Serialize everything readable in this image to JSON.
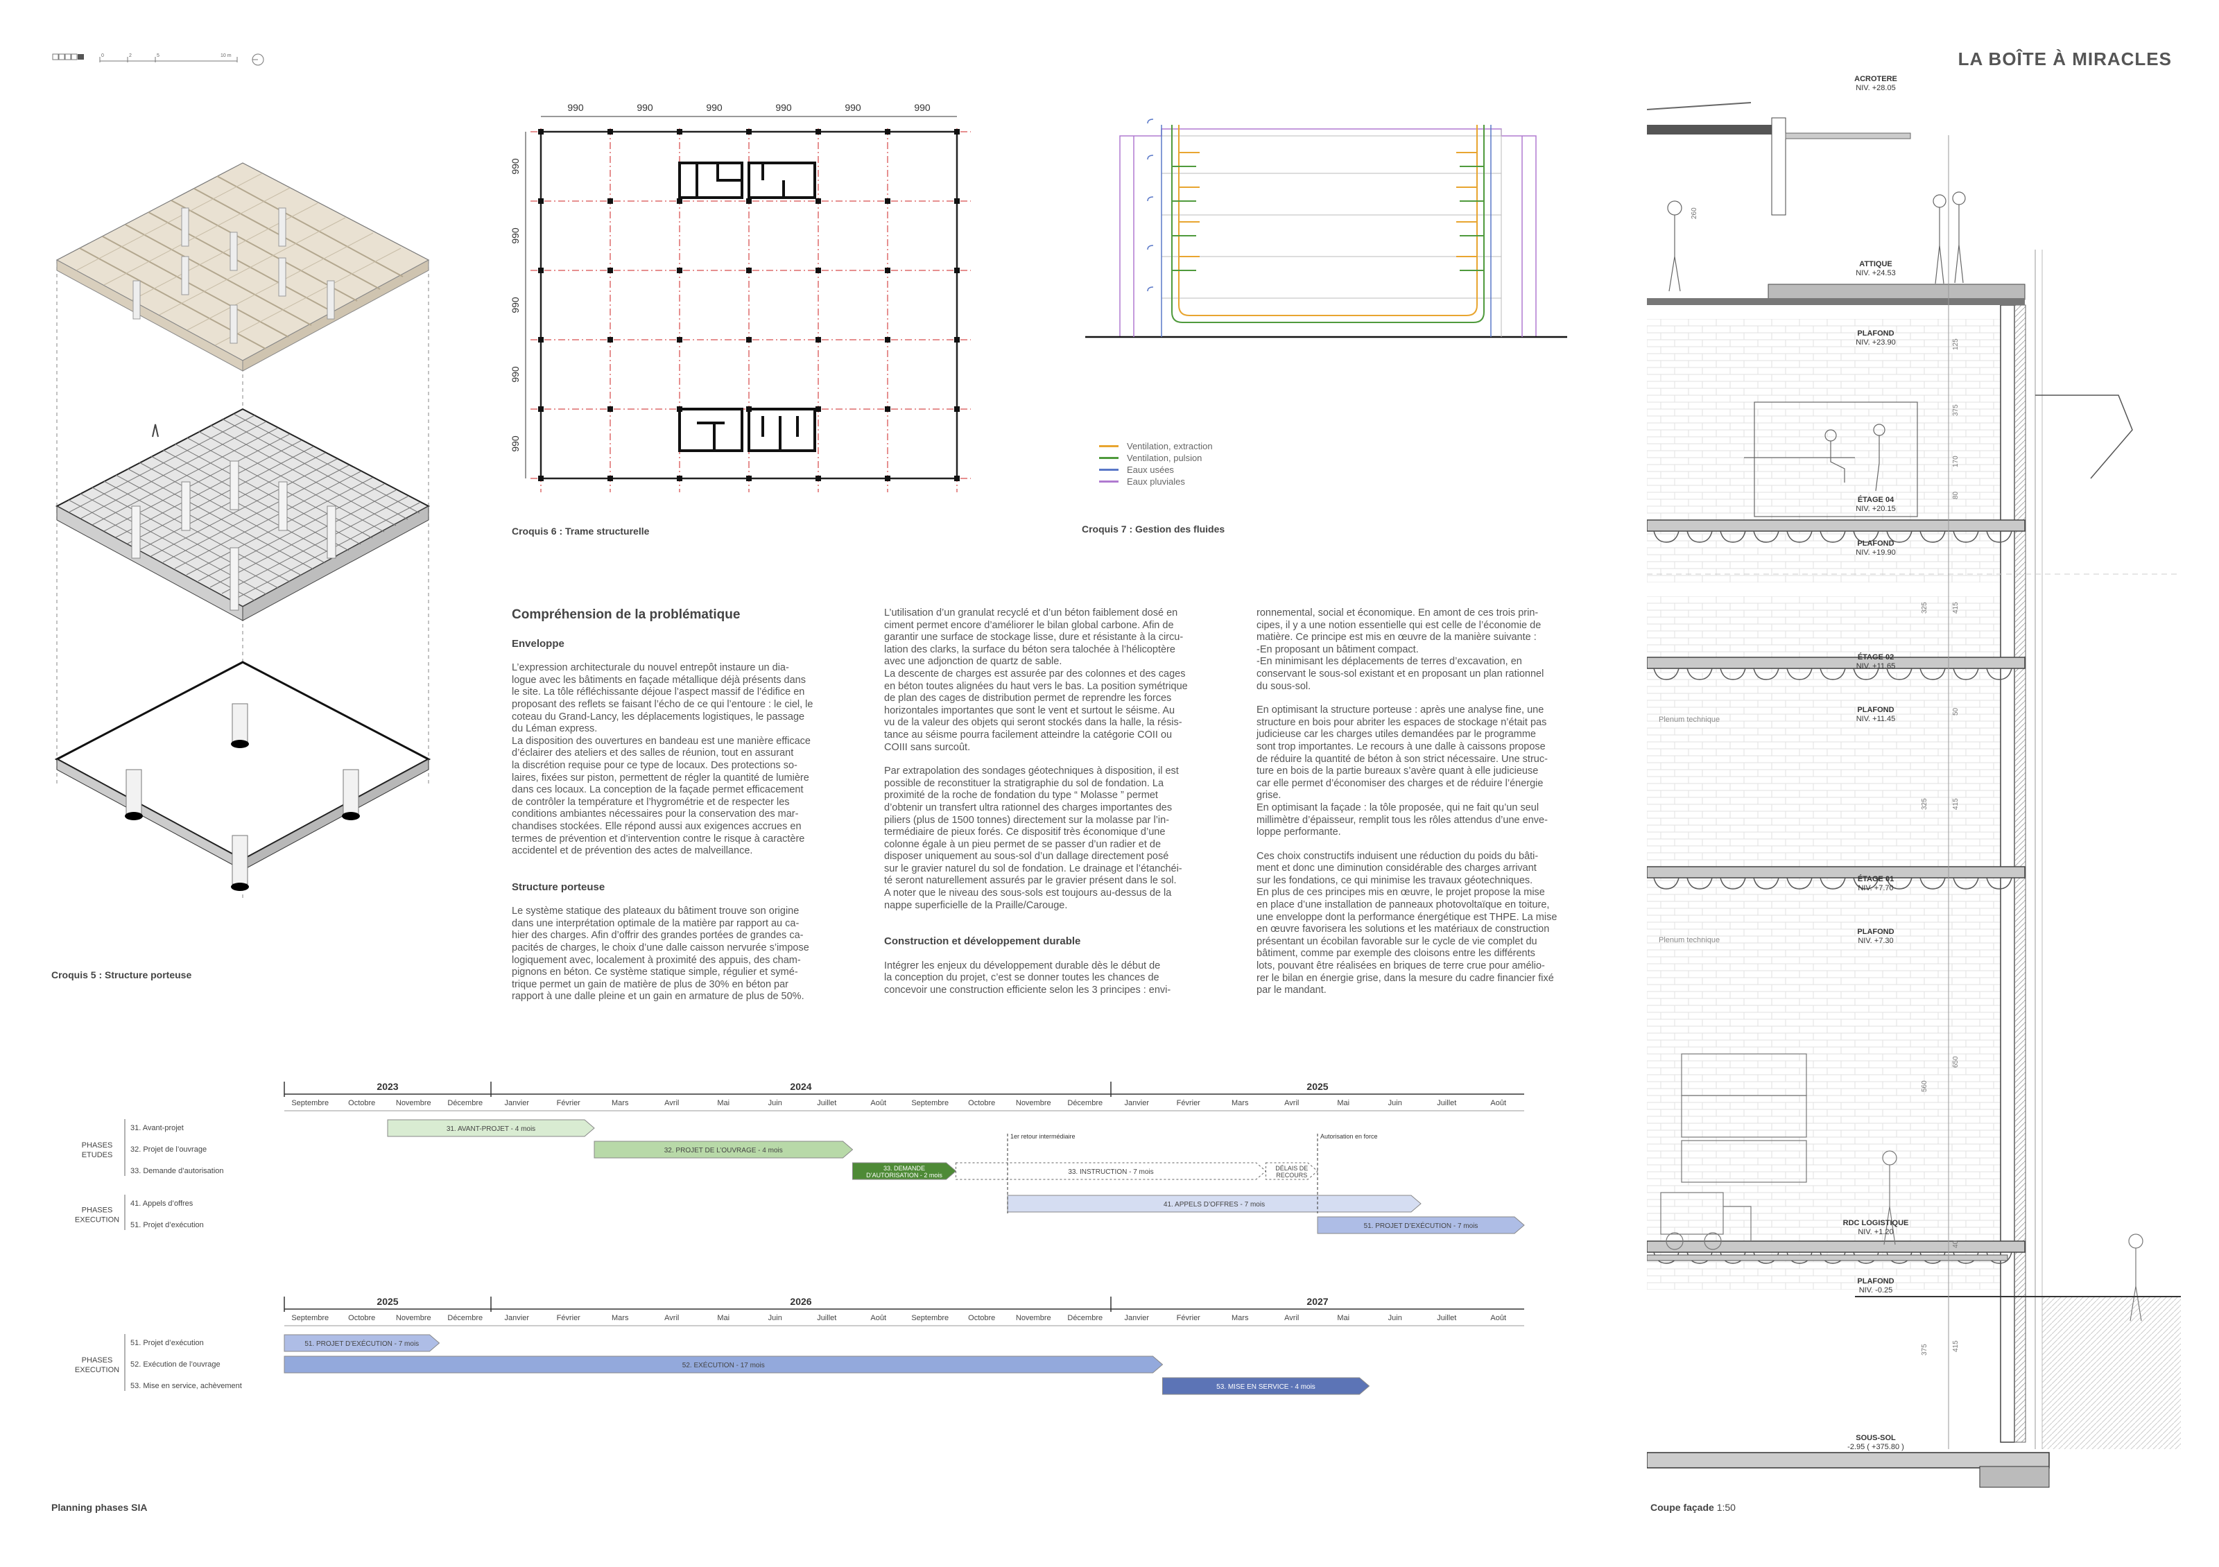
{
  "header": {
    "title": "LA BOÎTE À MIRACLES",
    "scale_labels": [
      "0",
      "2",
      "5",
      "10 m"
    ]
  },
  "captions": {
    "croquis5": "Croquis 5 : Structure porteuse",
    "croquis6": "Croquis 6 : Trame structurelle",
    "croquis7": "Croquis 7 : Gestion des fluides",
    "planning": "Planning phases SIA",
    "coupe": "Coupe façade",
    "coupe_scale": "1:50"
  },
  "grid": {
    "dims": [
      "990",
      "990",
      "990",
      "990",
      "990",
      "990"
    ]
  },
  "fluides_legend": [
    {
      "label": "Ventilation, extraction",
      "color": "#e8a530"
    },
    {
      "label": "Ventilation, pulsion",
      "color": "#4f9a3c"
    },
    {
      "label": "Eaux usées",
      "color": "#5a78c8"
    },
    {
      "label": "Eaux pluviales",
      "color": "#b07ad0"
    }
  ],
  "text": {
    "heading": "Compréhension de la problématique",
    "enveloppe_title": "Enveloppe",
    "enveloppe_p1": "L’expression architecturale du nouvel entrepôt instaure un dia-\nlogue avec les bâtiments en façade métallique déjà présents dans\nle site. La tôle réfléchissante déjoue l’aspect massif de l’édifice en\nproposant des reflets se faisant l’écho de ce qui l’entoure : le ciel, le\ncoteau du Grand-Lancy, les déplacements logistiques, le passage\ndu Léman express.",
    "enveloppe_p2": "La disposition des ouvertures en bandeau est une manière efficace\nd’éclairer des ateliers et des salles de réunion, tout en assurant\nla discrétion requise pour ce type de locaux. Des protections so-\nlaires, fixées sur piston, permettent de régler la quantité de lumière\ndans ces locaux. La conception de la façade permet efficacement\nde contrôler la température et l’hygrométrie et de respecter les\nconditions ambiantes nécessaires pour la conservation des mar-\nchandises stockées. Elle répond aussi aux exigences accrues en\ntermes de prévention et d’intervention contre le risque à caractère\naccidentel et de prévention des actes de malveillance.",
    "structure_title": "Structure porteuse",
    "structure_p1": "Le système statique des plateaux du bâtiment trouve son origine\ndans une interprétation optimale de la matière par rapport au ca-\nhier des charges. Afin d’offrir des grandes portées de grandes ca-\npacités de charges, le choix d’une dalle caisson nervurée s’impose\nlogiquement avec, localement à proximité des appuis, des cham-\npignons en béton. Ce système statique simple, régulier et symé-\ntrique permet un gain de matière de plus de 30% en béton par\nrapport à une dalle pleine et un gain en armature de plus de 50%.",
    "col2_p1": "L’utilisation d’un granulat recyclé et d’un béton faiblement dosé en\nciment permet encore d’améliorer le bilan global carbone. Afin de\ngarantir une surface de stockage lisse, dure et résistante à la circu-\nlation des clarks, la surface du béton sera talochée à l’hélicoptère\navec une adjonction de quartz de sable.",
    "col2_p2": "La descente de charges est assurée par des colonnes et des cages\nen béton toutes alignées du haut vers le bas. La position symétrique\nde plan des cages de distribution permet de reprendre les forces\nhorizontales importantes que sont le vent et surtout le séisme. Au\nvu de la valeur des objets qui seront stockés dans la halle, la résis-\ntance au séisme pourra facilement atteindre la catégorie COII ou\nCOIII sans surcoût.",
    "col2_p3": "Par extrapolation des sondages géotechniques à disposition, il est\npossible de reconstituer la stratigraphie du sol de fondation. La\nproximité de la roche de fondation du type “ Molasse ” permet\nd’obtenir un transfert ultra rationnel des charges importantes des\npiliers (plus de 1500 tonnes) directement sur la molasse par l’in-\ntermédiaire de pieux forés. Ce dispositif très économique d’une\ncolonne égale à un pieu permet de se passer d’un radier et de\ndisposer uniquement au sous-sol d’un dallage directement posé\nsur le gravier naturel du sol de fondation. Le drainage et l’étanchéi-\nté seront naturellement assurés par le gravier présent dans le sol.\nA noter que le niveau des sous-sols est toujours au-dessus de la\nnappe superficielle de la Praille/Carouge.",
    "construction_title": "Construction et développement durable",
    "col2_p4": "Intégrer les enjeux du développement durable dès le début de\nla conception du projet, c’est se donner toutes les chances de\nconcevoir une construction efficiente selon les 3 principes : envi-",
    "col3_p1": "ronnemental, social et économique. En amont de ces trois prin-\ncipes, il y a une notion essentielle qui est celle de l’économie de\nmatière. Ce principe est mis en œuvre de la manière suivante :\n-En proposant un bâtiment compact.\n-En minimisant les déplacements de terres d’excavation, en\nconservant le sous-sol existant et en proposant un plan rationnel\ndu sous-sol.",
    "col3_p2": "En optimisant la structure porteuse : après une analyse fine, une\nstructure en bois pour abriter les espaces de stockage n’était pas\njudicieuse car les charges utiles demandées par le programme\nsont trop importantes. Le recours à une dalle à caissons propose\nde réduire la quantité de béton à son strict nécessaire. Une struc-\nture en bois de la partie bureaux s’avère quant à elle judicieuse\ncar elle permet d’économiser des charges et de réduire l’énergie\ngrise.\nEn optimisant la façade : la tôle proposée, qui ne fait qu’un seul\nmillimètre d’épaisseur, remplit tous les rôles attendus d’une enve-\nloppe performante.",
    "col3_p3": "Ces choix constructifs induisent une réduction du poids du bâti-\nment et donc une diminution considérable des charges arrivant\nsur les fondations, ce qui minimise les travaux géotechniques.\nEn plus de ces principes mis en œuvre, le projet propose la mise\nen place d’une installation de panneaux photovoltaïque en toiture,\nune enveloppe dont la performance énergétique est THPE. La mise\nen œuvre favorisera les solutions et les matériaux de construction\nprésentant un écobilan favorable sur le cycle de vie complet du\nbâtiment, comme par exemple des cloisons entre les différents\nlots, pouvant être réalisées en briques de terre crue pour amélio-\nrer le bilan en énergie grise, dans la mesure du cadre financier fixé\npar le mandant."
  },
  "section_levels": [
    {
      "name": "ACROTERE",
      "niv": "NIV. +28.05"
    },
    {
      "name": "ATTIQUE",
      "niv": "NIV. +24.53"
    },
    {
      "name": "PLAFOND",
      "niv": "NIV. +23.90"
    },
    {
      "name": "ÉTAGE 04",
      "niv": "NIV. +20.15"
    },
    {
      "name": "PLAFOND",
      "niv": "NIV. +19.90"
    },
    {
      "name": "ÉTAGE 02",
      "niv": "NIV. +11.65"
    },
    {
      "name": "PLAFOND",
      "niv": "NIV. +11.45"
    },
    {
      "name": "ÉTAGE 01",
      "niv": "NIV. +7.70"
    },
    {
      "name": "PLAFOND",
      "niv": "NIV. +7.30"
    },
    {
      "name": "RDC LOGISTIQUE",
      "niv": "NIV. +1.20"
    },
    {
      "name": "PLAFOND",
      "niv": "NIV. -0.25"
    },
    {
      "name": "SOUS-SOL",
      "niv": "-2.95 ( +375.80 )"
    }
  ],
  "section_notes": [
    "Plenum technique",
    "Plenum technique"
  ],
  "section_dims": [
    "260",
    "125",
    "375",
    "170",
    "80",
    "325",
    "415",
    "50",
    "325",
    "415",
    "560",
    "650",
    "40",
    "375",
    "415"
  ],
  "planning": {
    "months": [
      "Septembre",
      "Octobre",
      "Novembre",
      "Décembre",
      "Janvier",
      "Février",
      "Mars",
      "Avril",
      "Mai",
      "Juin",
      "Juillet",
      "Août",
      "Septembre",
      "Octobre",
      "Novembre",
      "Décembre",
      "Janvier",
      "Février",
      "Mars",
      "Avril",
      "Mai",
      "Juin",
      "Juillet",
      "Août"
    ],
    "chart1": {
      "years": [
        {
          "label": "2023",
          "start": 0,
          "span": 4
        },
        {
          "label": "2024",
          "start": 4,
          "span": 12
        },
        {
          "label": "2025",
          "start": 16,
          "span": 8
        }
      ],
      "groups": [
        {
          "label": "PHASES\nETUDES",
          "rows": [
            0,
            1,
            2
          ]
        },
        {
          "label": "PHASES\nEXECUTION",
          "rows": [
            3,
            4
          ]
        }
      ],
      "rows": [
        "31. Avant-projet",
        "32. Projet de l’ouvrage",
        "33. Demande d’autorisation",
        "41. Appels d’offres",
        "51. Projet d’exécution"
      ],
      "bars": [
        {
          "row": 0,
          "start": 2,
          "len": 4,
          "label": "31. AVANT-PROJET - 4 mois",
          "fill": "#d9ecd2",
          "text": "#444",
          "dashed": false
        },
        {
          "row": 1,
          "start": 6,
          "len": 5,
          "label": "32. PROJET DE L’OUVRAGE - 4 mois",
          "fill": "#b8d9a8",
          "text": "#444",
          "dashed": false
        },
        {
          "row": 2,
          "start": 11,
          "len": 2,
          "label": "33. DEMANDE\nD’AUTORISATION - 2 mois",
          "fill": "#4e8a36",
          "text": "#ffffff",
          "dashed": false
        },
        {
          "row": 2,
          "start": 13,
          "len": 6,
          "label": "33. INSTRUCTION - 7 mois",
          "fill": "#ffffff",
          "text": "#444",
          "dashed": true
        },
        {
          "row": 2,
          "start": 19,
          "len": 1,
          "label": "DÉLAIS DE\nRECOURS",
          "fill": "#ffffff",
          "text": "#444",
          "dashed": true
        },
        {
          "row": 3,
          "start": 14,
          "len": 8,
          "label": "41. APPELS D’OFFRES - 7 mois",
          "fill": "#d5ddf2",
          "text": "#444",
          "dashed": false
        },
        {
          "row": 4,
          "start": 20,
          "len": 4,
          "label": "51. PROJET D’EXÉCUTION - 7 mois",
          "fill": "#aebde6",
          "text": "#444",
          "dashed": false
        }
      ],
      "markers": [
        {
          "at": 14,
          "label": "1er retour intermédiaire"
        },
        {
          "at": 20,
          "label": "Autorisation en force"
        }
      ]
    },
    "chart2": {
      "years": [
        {
          "label": "2025",
          "start": 0,
          "span": 4
        },
        {
          "label": "2026",
          "start": 4,
          "span": 12
        },
        {
          "label": "2027",
          "start": 16,
          "span": 8
        }
      ],
      "groups": [
        {
          "label": "PHASES\nEXECUTION",
          "rows": [
            0,
            1,
            2
          ]
        }
      ],
      "rows": [
        "51. Projet d’exécution",
        "52. Exécution de l’ouvrage",
        "53. Mise en service, achèvement"
      ],
      "bars": [
        {
          "row": 0,
          "start": 0,
          "len": 3,
          "label": "51. PROJET D’EXÉCUTION - 7 mois",
          "fill": "#aebde6",
          "text": "#444",
          "dashed": false
        },
        {
          "row": 1,
          "start": 0,
          "len": 17,
          "label": "52. EXÉCUTION - 17 mois",
          "fill": "#93a9dc",
          "text": "#444",
          "dashed": false
        },
        {
          "row": 2,
          "start": 17,
          "len": 4,
          "label": "53. MISE EN SERVICE - 4 mois",
          "fill": "#5c74b6",
          "text": "#ffffff",
          "dashed": false
        }
      ],
      "markers": []
    }
  }
}
